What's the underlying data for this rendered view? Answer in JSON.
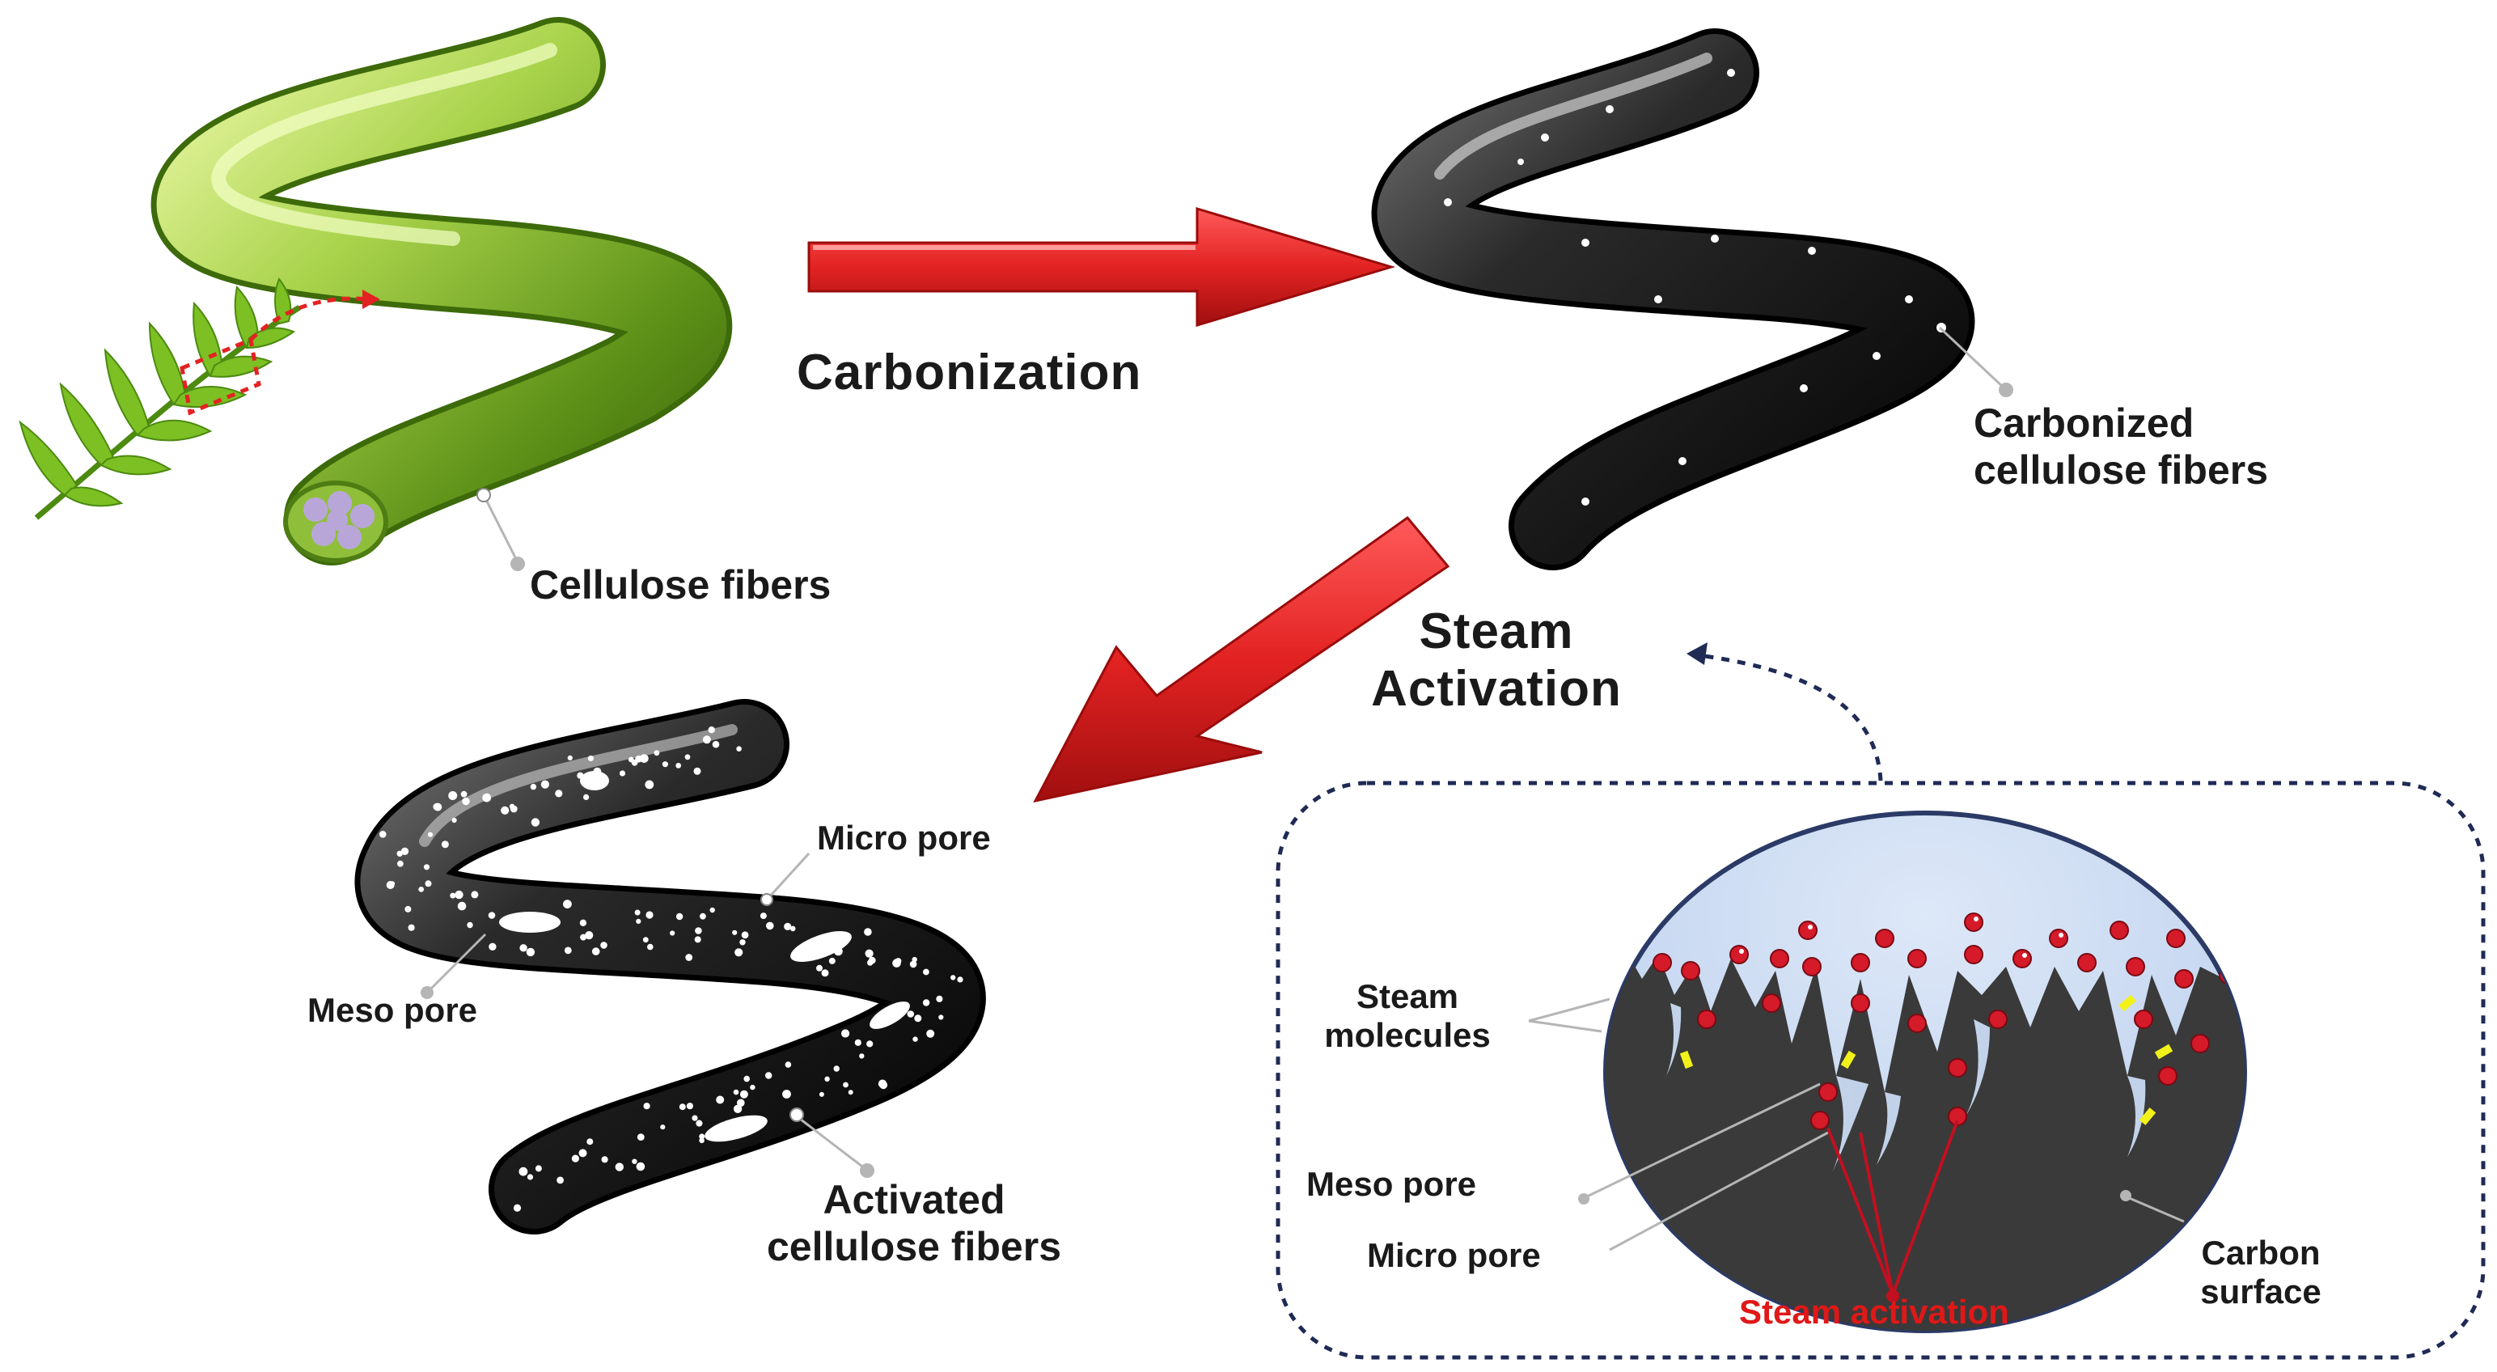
{
  "steps": {
    "carbonization": "Carbonization",
    "steam_activation_line1": "Steam",
    "steam_activation_line2": "Activation"
  },
  "fibers": {
    "cellulose": "Cellulose fibers",
    "carbonized_line1": "Carbonized",
    "carbonized_line2": "cellulose fibers",
    "activated_line1": "Activated",
    "activated_line2": "cellulose fibers",
    "micro_pore": "Micro pore",
    "meso_pore": "Meso pore"
  },
  "inset": {
    "steam_molecules_line1": "Steam",
    "steam_molecules_line2": "molecules",
    "meso_pore": "Meso pore",
    "micro_pore": "Micro pore",
    "carbon_surface_line1": "Carbon",
    "carbon_surface_line2": "surface",
    "steam_activation": "Steam activation"
  },
  "colors": {
    "arrow_red": "#e32222",
    "cellulose_green": "#7cb62a",
    "carbon_black": "#1c1c1c",
    "inset_sky": "#c9daf2",
    "carbon_surface": "#3b3b3b",
    "steam_molecule": "#d51a2a",
    "highlight_text": "#e01818"
  },
  "icons": [
    "fern-leaf-icon",
    "red-arrow-icon",
    "dotted-arrow-icon"
  ]
}
